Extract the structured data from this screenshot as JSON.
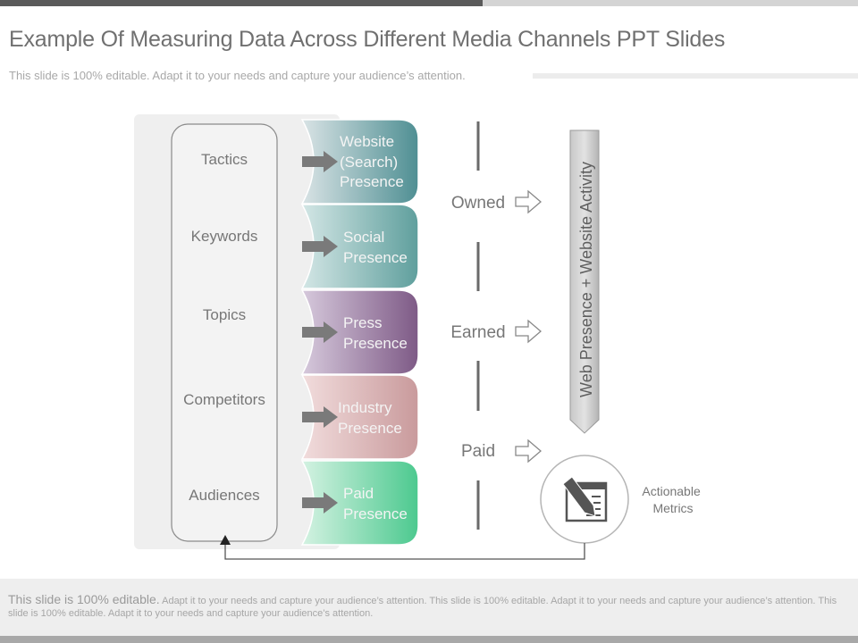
{
  "header": {
    "title": "Example Of Measuring Data Across Different Media Channels PPT Slides",
    "subtitle": "This slide is 100% editable. Adapt it to your needs and capture your audience’s attention."
  },
  "diagram": {
    "left_items": [
      "Tactics",
      "Keywords",
      "Topics",
      "Competitors",
      "Audiences"
    ],
    "channels": [
      {
        "lines": [
          "Website",
          "(Search)",
          "Presence"
        ],
        "color_top": "#d9e3e5",
        "color_bottom": "#4f8f93"
      },
      {
        "lines": [
          "Social",
          "Presence"
        ],
        "color_top": "#d3e6e5",
        "color_bottom": "#5f9f9d"
      },
      {
        "lines": [
          "Press",
          "Presence"
        ],
        "color_top": "#d6c9dc",
        "color_bottom": "#7e5a86"
      },
      {
        "lines": [
          "Industry",
          "Presence"
        ],
        "color_top": "#f1dcdc",
        "color_bottom": "#c99a9c"
      },
      {
        "lines": [
          "Paid",
          "Presence"
        ],
        "color_top": "#d4f2e2",
        "color_bottom": "#4cc98f"
      }
    ],
    "media_types": [
      "Owned",
      "Earned",
      "Paid"
    ],
    "vertical_banner": "Web Presence + Website Activity",
    "metrics_label": [
      "Actionable",
      "Metrics"
    ],
    "metrics_icon": "pencil-document-icon"
  },
  "footer": {
    "lead": "This slide is 100% editable.",
    "text": "Adapt it to your needs and capture your audience’s attention. This slide is 100% editable. Adapt it to your needs and capture your audience’s attention. This slide is 100% editable. Adapt it to your needs and capture your audience’s attention."
  }
}
